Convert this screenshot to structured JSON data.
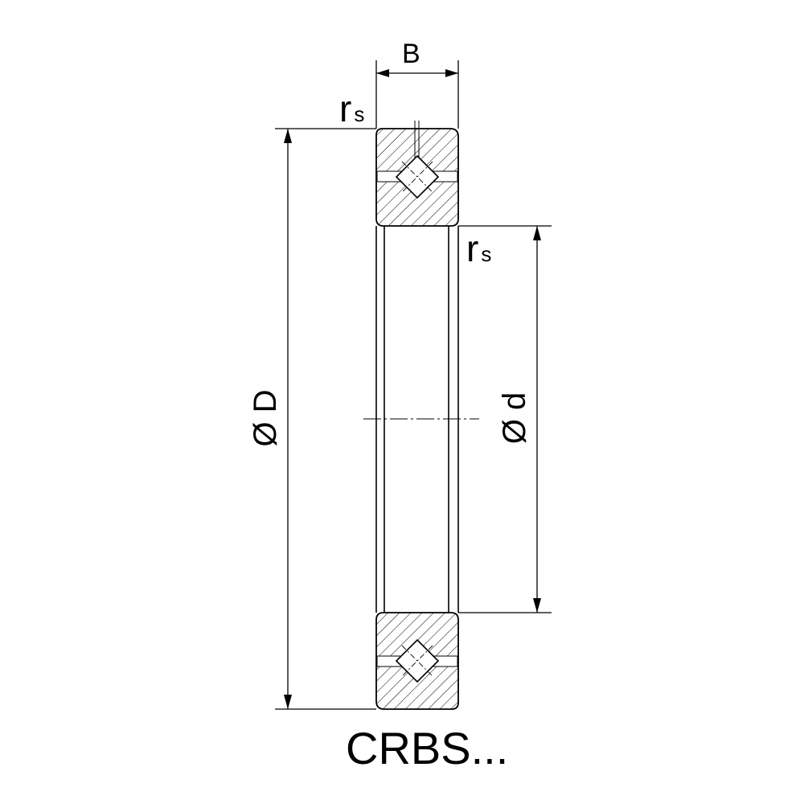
{
  "drawing": {
    "stroke_color": "#000000",
    "background_color": "#ffffff"
  },
  "labels": {
    "width": "B",
    "corner_radius_main": "r",
    "corner_radius_sub": "s",
    "outer_diameter": "Ø D",
    "inner_diameter": "Ø d",
    "series": "CRBS..."
  }
}
